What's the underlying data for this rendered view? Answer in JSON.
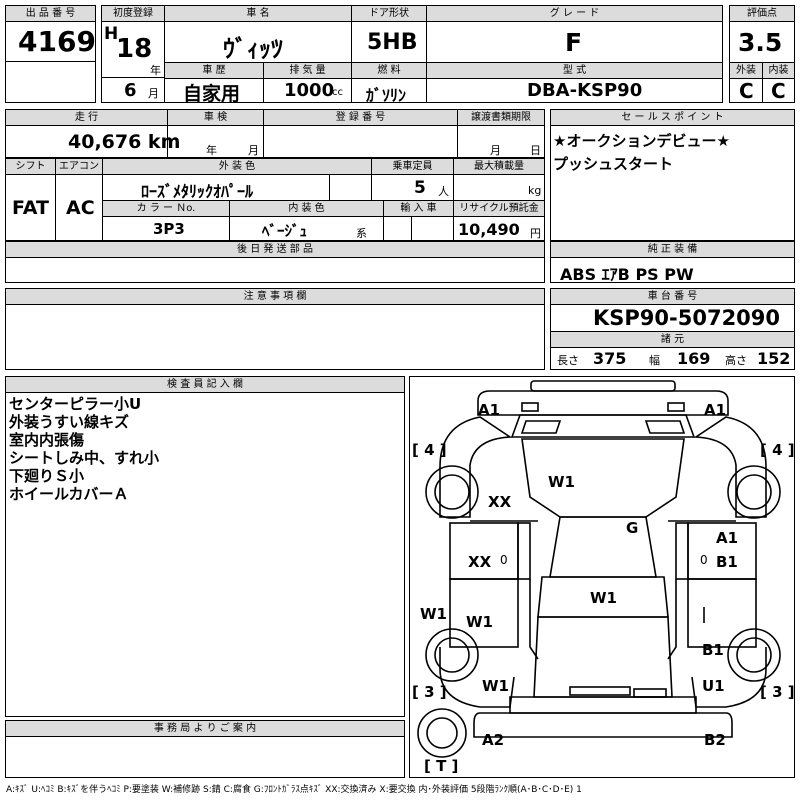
{
  "header": {
    "lot_label": "出 品 番 号",
    "lot_number": "4169",
    "first_reg_label": "初度登録",
    "era": "H",
    "year": "18",
    "year_unit": "年",
    "month": "6",
    "month_unit": "月",
    "car_name_label": "車 名",
    "car_name": "ｳﾞｨｯﾂ",
    "door_label": "ドア形状",
    "door": "5HB",
    "grade_label": "グ レ ー ド",
    "grade": "F",
    "score_label": "評価点",
    "score": "3.5",
    "history_label": "車 歴",
    "history": "自家用",
    "displacement_label": "排 気 量",
    "displacement": "1000",
    "displacement_unit": "cc",
    "fuel_label": "燃 料",
    "fuel": "ｶﾞｿﾘﾝ",
    "model_label": "型 式",
    "model": "DBA-KSP90",
    "exterior_label": "外装",
    "exterior_grade": "C",
    "interior_label": "内装",
    "interior_grade": "C"
  },
  "row2": {
    "mileage_label": "走 行",
    "mileage": "40,676 km",
    "inspection_label": "車 検",
    "inspection_year_unit": "年",
    "inspection_month_unit": "月",
    "registration_label": "登 録 番 号",
    "transfer_label": "譲渡書類期限",
    "transfer_month_unit": "月",
    "transfer_day_unit": "日",
    "shift_label": "シフト",
    "shift": "FAT",
    "aircon_label": "エアコン",
    "aircon": "AC",
    "ext_color_label": "外 装 色",
    "ext_color": "ﾛｰｽﾞﾒﾀﾘｯｸｵﾊﾟｰﾙ",
    "capacity_label": "乗車定員",
    "capacity": "5",
    "capacity_unit": "人",
    "load_label": "最大積載量",
    "load_unit": "kg",
    "color_no_label": "カ ラ ー Ｎo.",
    "color_no": "3P3",
    "int_color_label": "内 装 色",
    "int_color": "ﾍﾞｰｼﾞｭ",
    "int_color_suffix": "系",
    "import_label": "輸 入 車",
    "recycle_label": "リサイクル預託金",
    "recycle": "10,490",
    "recycle_unit": "円",
    "later_parts_label": "後 日 発 送 部 品"
  },
  "sales": {
    "label": "セ ー ル ス ポ イ ン ト",
    "line1": "★オークションデビュー★",
    "line2": "プッシュスタート",
    "equipment_label": "純 正 装 備",
    "equipment": "ABS ｴｱB PS PW"
  },
  "notes": {
    "label": "注 意 事 項 欄"
  },
  "chassis": {
    "label": "車 台 番 号",
    "number": "KSP90-5072090",
    "spec_label": "諸 元",
    "length_label": "長さ",
    "length": "375",
    "width_label": "幅",
    "width": "169",
    "height_label": "高さ",
    "height": "152"
  },
  "inspector": {
    "label": "検 査 員 記 入 欄",
    "lines": [
      "センターピラー小U",
      "外装うすい線キズ",
      "室内内張傷",
      "シートしみ中、すれ小",
      "下廻りＳ小",
      "ホイールカバーＡ"
    ]
  },
  "office": {
    "label": "事 務 局 よ り ご 案 内"
  },
  "diagram": {
    "marks": {
      "a1_left": "A1",
      "a1_right": "A1",
      "four_left": "[ 4 ]",
      "four_right": "[ 4 ]",
      "xx_1": "XX",
      "w1_roof": "W1",
      "g": "G",
      "a1_side": "A1",
      "b1_side": "B1",
      "xx_2": "XX",
      "zero_left": "0",
      "zero_right": "0",
      "w1_door_left": "W1",
      "w1_left": "W1",
      "w1_center": "W1",
      "b1_rear": "B1",
      "w1_rear": "W1",
      "u1_rear": "U1",
      "three_left": "[ 3 ]",
      "three_right": "[ 3 ]",
      "a2": "A2",
      "b2": "B2",
      "t": "[ T ]"
    }
  },
  "legend": "A:ｷｽﾞ U:ﾍｺﾐ B:ｷｽﾞを伴うﾍｺﾐ P:要塗装 W:補修跡 S:錆 C:腐食 G:ﾌﾛﾝﾄｶﾞﾗｽ点ｷｽﾞ XX:交換済み X:要交換 内･外装評価 5段階ﾗﾝｸ順(A･B･C･D･E) 1"
}
